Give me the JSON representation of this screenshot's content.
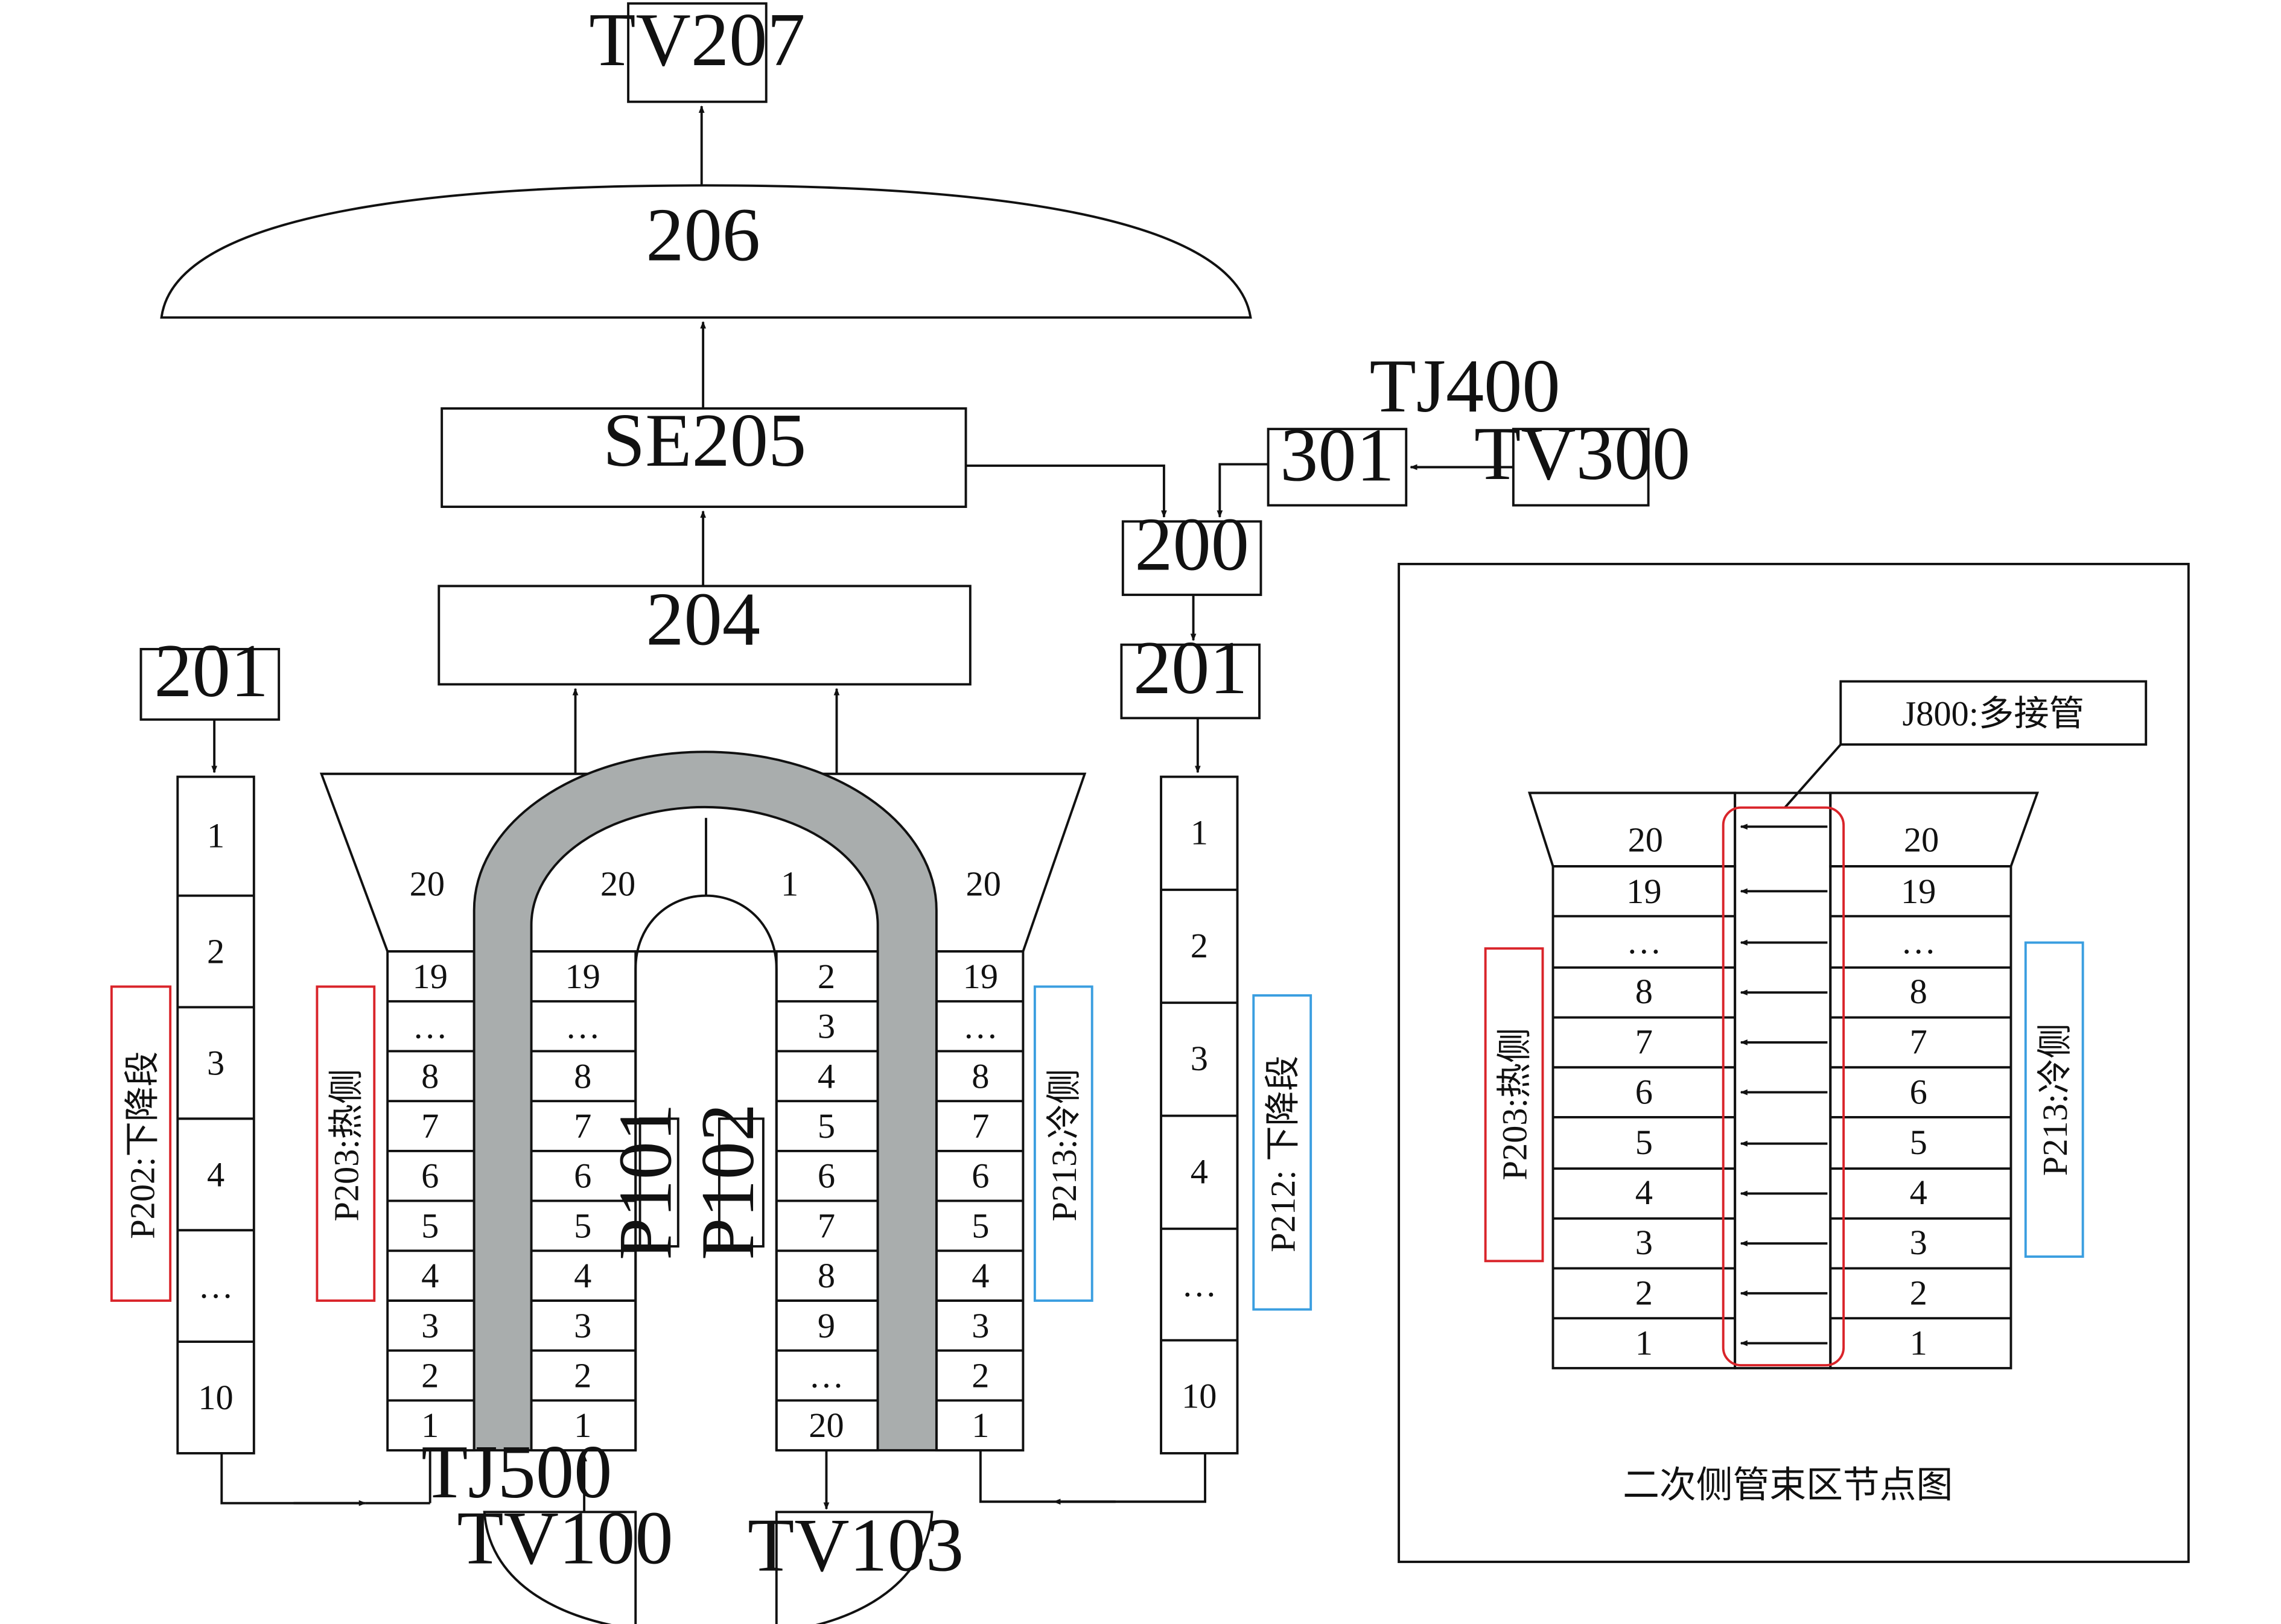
{
  "colors": {
    "line": "#111111",
    "red": "#d9242a",
    "blue": "#3a9ee0",
    "tube": "#a9adad"
  },
  "blocks": {
    "tv207": "TV207",
    "dome": "206",
    "se205": "SE205",
    "b204": "204",
    "b301": "301",
    "tv300": "TV300",
    "tj400": "TJ400",
    "b200": "200",
    "b201_left": "201",
    "b201_right": "201",
    "tj500": "TJ500",
    "tv100": "TV100",
    "tv103": "TV103",
    "p101": "P101",
    "p102": "P102"
  },
  "labels": {
    "p202": "P202:下降段",
    "p203": "P203:热侧",
    "p213": "P213:冷侧",
    "p212": "P212: 下降段"
  },
  "plenum": {
    "outer_left": "20",
    "inner_left": "20",
    "inner_right": "1",
    "outer_right": "20"
  },
  "downcomer_left_cells": [
    "1",
    "2",
    "3",
    "4",
    "…",
    "10"
  ],
  "downcomer_right_cells": [
    "1",
    "2",
    "3",
    "4",
    "…",
    "10"
  ],
  "hot_outer_cells": [
    "19",
    "…",
    "8",
    "7",
    "6",
    "5",
    "4",
    "3",
    "2",
    "1"
  ],
  "hot_inner_cells": [
    "19",
    "…",
    "8",
    "7",
    "6",
    "5",
    "4",
    "3",
    "2",
    "1"
  ],
  "cold_inner_cells": [
    "2",
    "3",
    "4",
    "5",
    "6",
    "7",
    "8",
    "9",
    "…",
    "20"
  ],
  "cold_outer_cells": [
    "19",
    "…",
    "8",
    "7",
    "6",
    "5",
    "4",
    "3",
    "2",
    "1"
  ],
  "inset": {
    "caption": "二次侧管束区节点图",
    "j800": "J800:多接管",
    "left_label": "P203:热侧",
    "right_label": "P213:冷侧",
    "top_left": "20",
    "top_right": "20",
    "left_cells": [
      "19",
      "…",
      "8",
      "7",
      "6",
      "5",
      "4",
      "3",
      "2",
      "1"
    ],
    "right_cells": [
      "19",
      "…",
      "8",
      "7",
      "6",
      "5",
      "4",
      "3",
      "2",
      "1"
    ]
  }
}
